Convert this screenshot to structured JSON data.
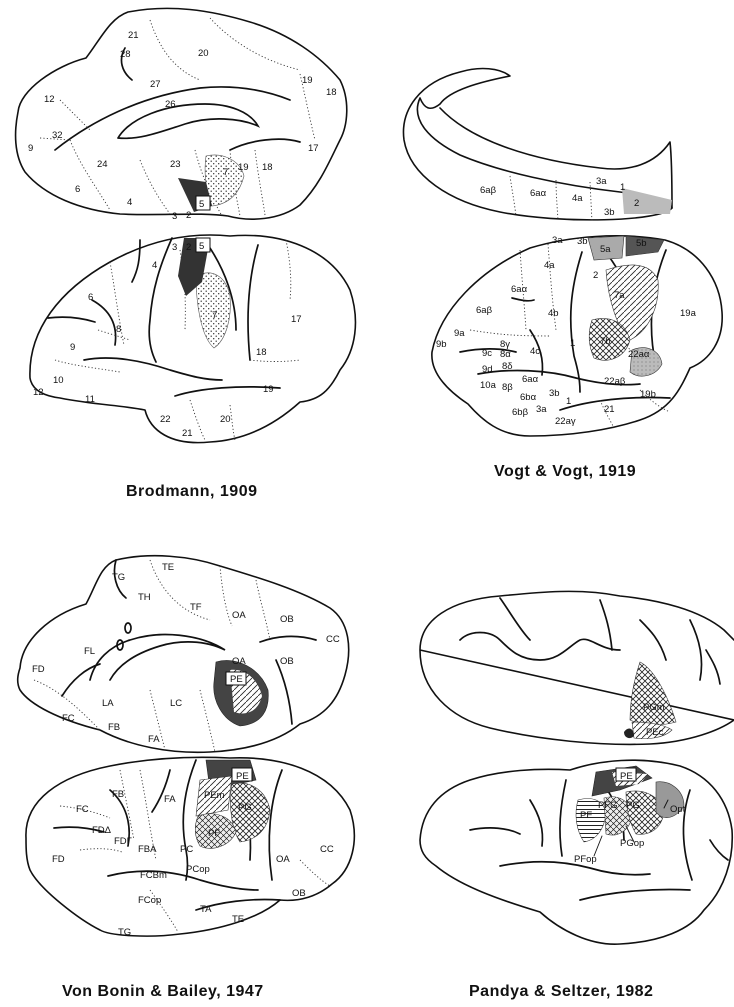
{
  "panels": {
    "brodmann": {
      "caption": "Brodmann, 1909",
      "medial_labels": [
        "21",
        "20",
        "28",
        "27",
        "19",
        "18",
        "12",
        "26",
        "32",
        "9",
        "17",
        "24",
        "23",
        "7",
        "19",
        "18",
        "6",
        "4",
        "5",
        "3",
        "2"
      ],
      "lateral_labels": [
        "3",
        "2",
        "5",
        "4",
        "7",
        "17",
        "6",
        "8",
        "9",
        "18",
        "10",
        "12",
        "11",
        "19",
        "22",
        "21",
        "20"
      ]
    },
    "vogt": {
      "caption": "Vogt & Vogt, 1919",
      "medial_labels": [
        "6aβ",
        "6aα",
        "4a",
        "3a",
        "1",
        "2",
        "3b"
      ],
      "lateral_labels": [
        "3a",
        "3b",
        "5a",
        "5b",
        "4a",
        "2",
        "6aα",
        "7a",
        "19a",
        "6aβ",
        "4b",
        "9a",
        "9b",
        "9c",
        "8γ",
        "8α",
        "4c",
        "7b",
        "1",
        "22aα",
        "9d",
        "8δ",
        "10a",
        "8β",
        "6aα",
        "22aβ",
        "3b",
        "19b",
        "6bβ",
        "6bα",
        "3a",
        "1",
        "21",
        "22aγ"
      ]
    },
    "vonbonin": {
      "caption": "Von Bonin & Bailey, 1947",
      "medial_labels": [
        "TG",
        "TE",
        "TH",
        "TF",
        "OA",
        "OB",
        "CC",
        "FL",
        "OA",
        "OB",
        "FD",
        "PE",
        "LA",
        "LC",
        "FC",
        "FB",
        "FA"
      ],
      "lateral_labels": [
        "FB",
        "PE",
        "PEm",
        "FC",
        "FA",
        "FDΔ",
        "PG",
        "FDΓ",
        "FBA",
        "PF",
        "FD",
        "PC",
        "OA",
        "CC",
        "FCBm",
        "PCop",
        "FCop",
        "TA",
        "OB",
        "TE",
        "TG"
      ]
    },
    "pandya": {
      "caption": "Pandya & Seltzer, 1982",
      "medial_labels": [
        "PGm",
        "PEc"
      ],
      "lateral_labels": [
        "PE",
        "PF",
        "PFG",
        "PG",
        "Opt",
        "PGop",
        "PFop"
      ]
    }
  }
}
